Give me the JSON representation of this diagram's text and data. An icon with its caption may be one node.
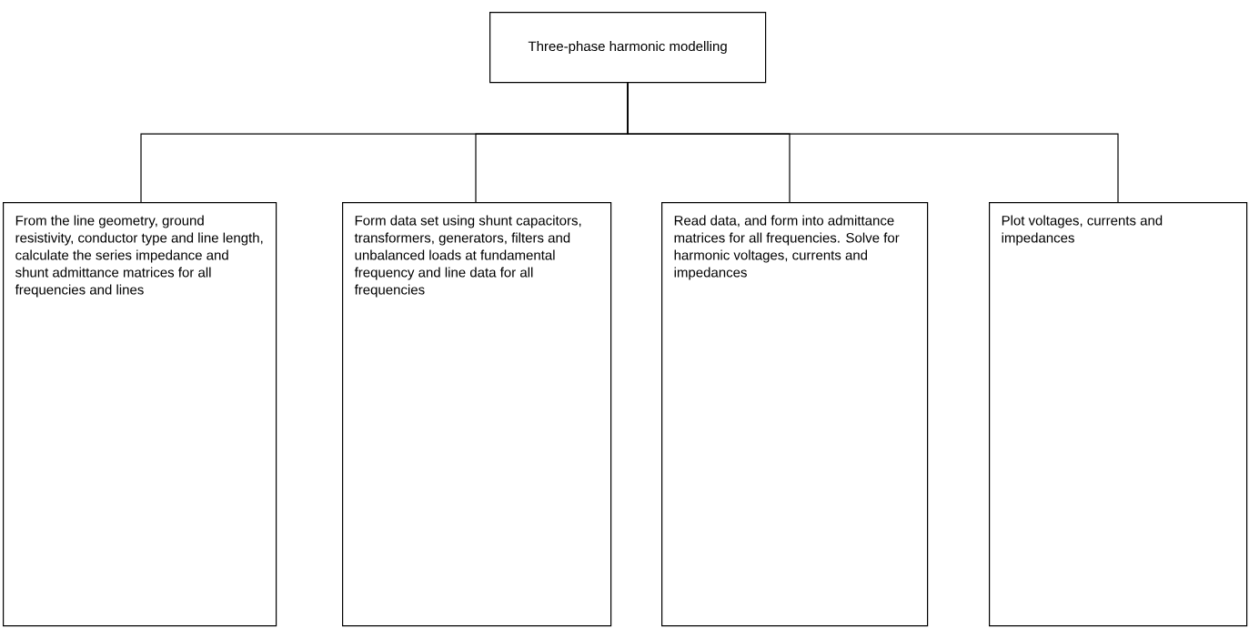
{
  "diagram": {
    "nodes": [
      {
        "text": [
          "Three-phase harmonic modelling"
        ]
      },
      {
        "text": [
          "From the line geometry, ground resistivity, conductor type and line length, calculate the series impedance and shunt admittance matrices for all frequencies and lines"
        ]
      },
      {
        "text": [
          "Form data set using shunt capacitors, transformers, generators, filters and unbalanced loads at fundamental frequency and line data for all frequencies"
        ]
      },
      {
        "text": [
          "Read data, and form into admittance matrices for all frequencies. Solve for harmonic voltages, currents and impedances"
        ]
      },
      {
        "text": [
          "Plot voltages, currents and impedances"
        ]
      }
    ],
    "edges": [
      {
        "from": 0,
        "to": 1,
        "arrow": "none"
      },
      {
        "from": 0,
        "to": 2,
        "arrow": "none"
      },
      {
        "from": 0,
        "to": 3,
        "arrow": "none"
      },
      {
        "from": 0,
        "to": 4,
        "arrow": "none"
      }
    ]
  }
}
